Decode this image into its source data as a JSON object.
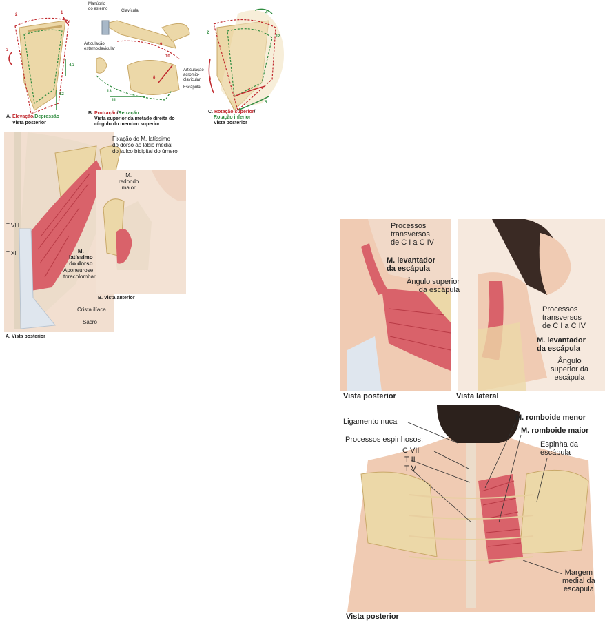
{
  "top_figure": {
    "panel_a": {
      "letter": "A.",
      "caption_elev": "Elevação",
      "caption_slash": "/",
      "caption_dep": "Depressão",
      "caption_view": "Vista posterior",
      "numbers": [
        "1",
        "2",
        "3",
        "4,3",
        "12"
      ]
    },
    "panel_b": {
      "labels": {
        "manubrio": "Manúbrio\ndo esterno",
        "clavicula": "Clavícula",
        "art_esterno": "Articulação\nesternoclavicular",
        "art_acromio": "Articulação\nacromio-\nclavicular",
        "escapula": "Escápula"
      },
      "letter": "B.",
      "caption_prot": "Protração",
      "caption_slash": "/",
      "caption_ret": "Retração",
      "caption_view": "Vista superior da metade direita do\ncíngulo do membro superior",
      "numbers": [
        "8",
        "9",
        "10",
        "11",
        "13"
      ]
    },
    "panel_c": {
      "letter": "C.",
      "caption_sup": "Rotação superior",
      "caption_slash": "/",
      "caption_inf": "Rotação inferior",
      "caption_view": "Vista posterior",
      "numbers": [
        "2",
        "4",
        "5",
        "6",
        "7",
        "12"
      ]
    }
  },
  "latissimus_figure": {
    "labels": {
      "fixacao": "Fixação do M. latíssimo\ndo dorso ao lábio medial\ndo sulco bicipital do úmero",
      "redondo": "M.\nredondo\nmaior",
      "tviii": "T VIII",
      "txii": "T XII",
      "latissimo": "M.\nlatíssimo\ndo dorso",
      "aponeurose": "Aponeurose\ntoracolombar",
      "crista": "Crista ilíaca",
      "sacro": "Sacro"
    },
    "caption_a": "A. Vista posterior",
    "caption_b": "B. Vista anterior"
  },
  "levator_figure": {
    "left_labels": {
      "processos": "Processos\ntransversos\nde C I a C IV",
      "levantador": "M. levantador\nda escápula",
      "angulo": "Ângulo superior\nda escápula"
    },
    "right_labels": {
      "processos": "Processos\ntransversos\nde C I a C IV",
      "levantador": "M. levantador\nda escápula",
      "angulo": "Ângulo\nsuperior da\nescápula"
    },
    "caption_posterior": "Vista posterior",
    "caption_lateral": "Vista lateral"
  },
  "rhomboid_figure": {
    "labels": {
      "ligamento": "Ligamento nucal",
      "processos": "Processos espinhosos:",
      "cvii": "C VII",
      "tii": "T II",
      "tv": "T V",
      "menor": "M. romboide menor",
      "maior": "M. romboide maior",
      "espinha": "Espinha da\nescápula",
      "margem": "Margem\nmedial da\nescápula"
    },
    "caption": "Vista posterior"
  },
  "colors": {
    "bone": "#ecd8a8",
    "bone_dark": "#d9bc7e",
    "muscle": "#d9626a",
    "muscle_dark": "#b83a45",
    "skin": "#f0cbb3",
    "red_arrow": "#c0282d",
    "green_arrow": "#2e8b3e"
  }
}
